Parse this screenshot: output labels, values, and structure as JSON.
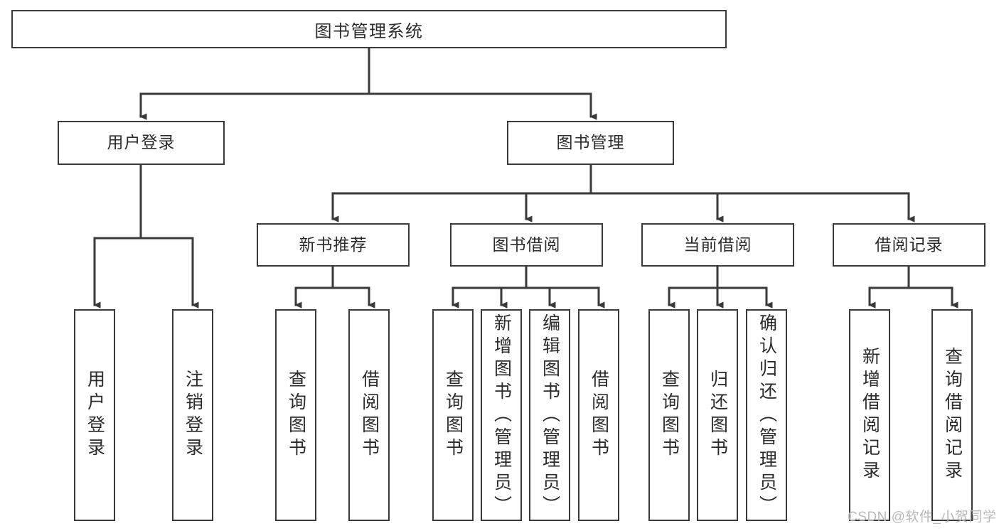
{
  "diagram": {
    "type": "tree-hierarchy-chart",
    "title": "图书管理系统",
    "colors": {
      "box_border": "#3a3a3a",
      "box_fill": "#ffffff",
      "connector": "#3a3a3a",
      "text": "#2b2b2b",
      "watermark": "#b9b9b9",
      "background": "#ffffff"
    },
    "root": {
      "label": "图书管理系统"
    },
    "level2": [
      {
        "id": "user-login",
        "label": "用户登录"
      },
      {
        "id": "book-management",
        "label": "图书管理"
      }
    ],
    "level3": [
      {
        "id": "new-book-recommend",
        "label": "新书推荐",
        "parent": "book-management"
      },
      {
        "id": "book-borrow",
        "label": "图书借阅",
        "parent": "book-management"
      },
      {
        "id": "current-borrow",
        "label": "当前借阅",
        "parent": "book-management"
      },
      {
        "id": "borrow-record",
        "label": "借阅记录",
        "parent": "book-management"
      }
    ],
    "leaves": [
      {
        "id": "leaf-user-login",
        "label": "用户登录",
        "parent": "user-login"
      },
      {
        "id": "leaf-logout",
        "label": "注销登录",
        "parent": "user-login"
      },
      {
        "id": "leaf-query-book-1",
        "label": "查询图书",
        "parent": "new-book-recommend"
      },
      {
        "id": "leaf-borrow-book-1",
        "label": "借阅图书",
        "parent": "new-book-recommend"
      },
      {
        "id": "leaf-query-book-2",
        "label": "查询图书",
        "parent": "book-borrow"
      },
      {
        "id": "leaf-add-book",
        "label": "新增图书（管理员）",
        "parent": "book-borrow"
      },
      {
        "id": "leaf-edit-book",
        "label": "编辑图书（管理员）",
        "parent": "book-borrow"
      },
      {
        "id": "leaf-borrow-book-2",
        "label": "借阅图书",
        "parent": "book-borrow"
      },
      {
        "id": "leaf-query-book-3",
        "label": "查询图书",
        "parent": "current-borrow"
      },
      {
        "id": "leaf-return-book",
        "label": "归还图书",
        "parent": "current-borrow"
      },
      {
        "id": "leaf-confirm-return",
        "label": "确认归还（管理员）",
        "parent": "current-borrow"
      },
      {
        "id": "leaf-add-record",
        "label": "新增借阅记录",
        "parent": "borrow-record"
      },
      {
        "id": "leaf-query-record",
        "label": "查询借阅记录",
        "parent": "borrow-record"
      }
    ]
  },
  "watermark": {
    "text": "CSDN @软件_小贺同学"
  }
}
